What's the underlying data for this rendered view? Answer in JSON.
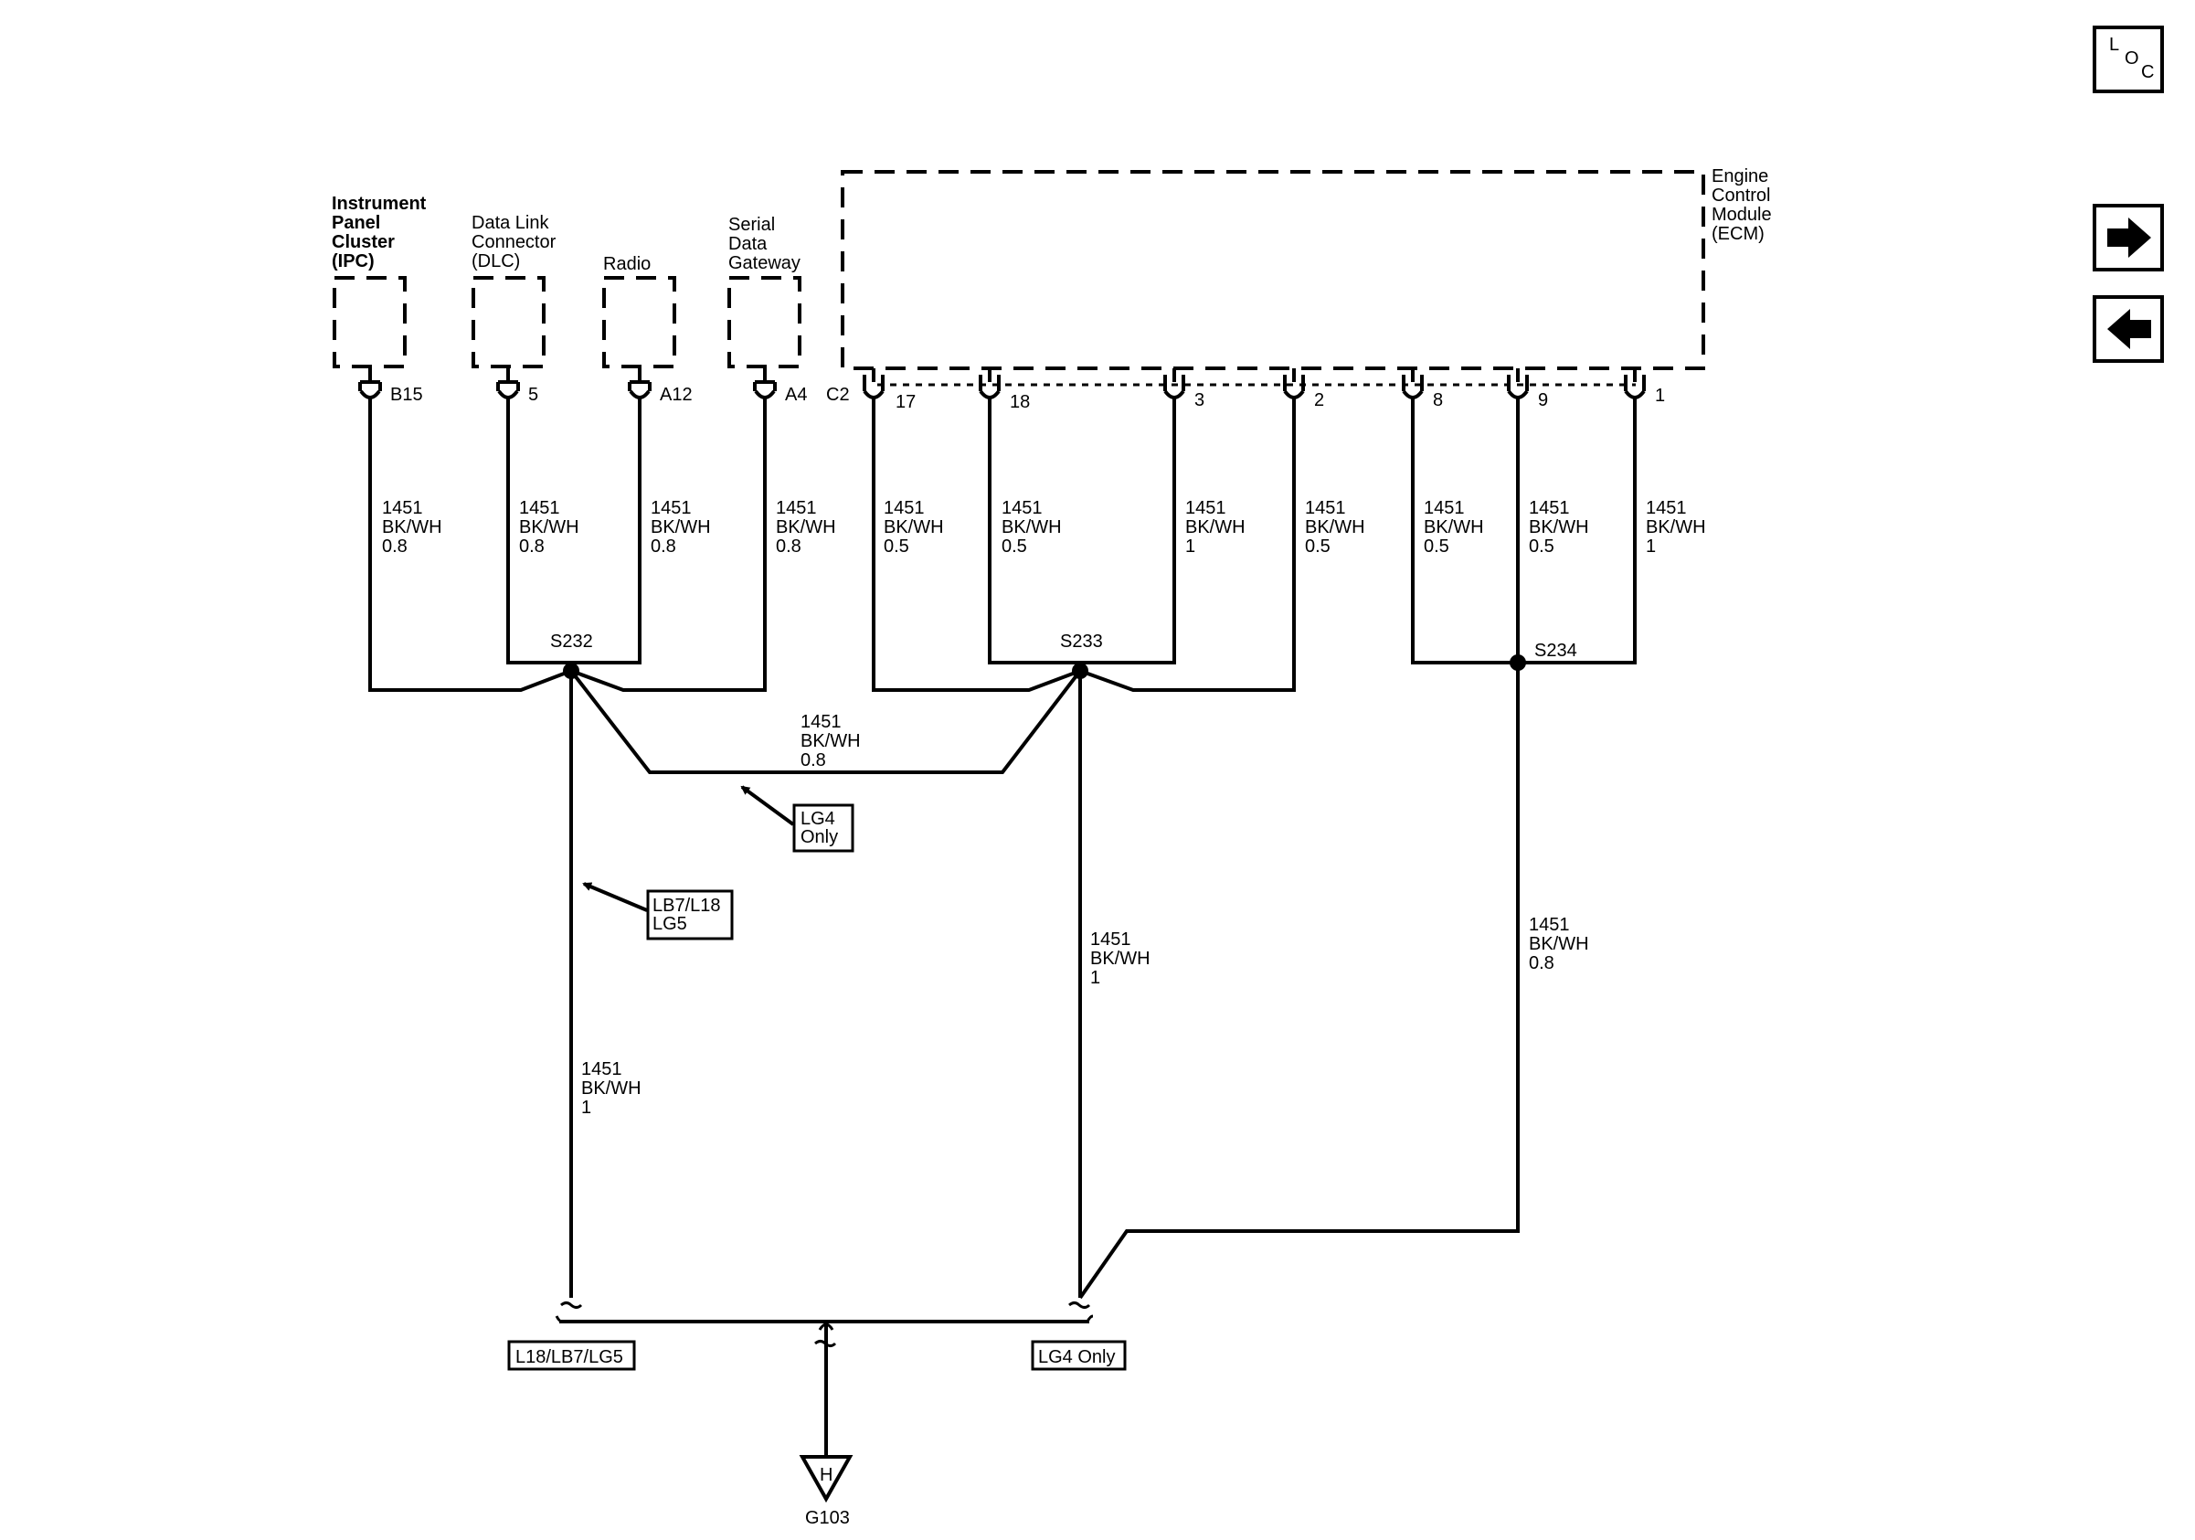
{
  "components": {
    "ipc": [
      "Instrument",
      "Panel",
      "Cluster",
      "(IPC)"
    ],
    "dlc": [
      "Data Link",
      "Connector",
      "(DLC)"
    ],
    "radio": [
      "Radio"
    ],
    "gateway": [
      "Serial",
      "Data",
      "Gateway"
    ],
    "ecm": [
      "Engine",
      "Control",
      "Module",
      "(ECM)"
    ]
  },
  "pins": {
    "ipc": "B15",
    "dlc": "5",
    "radio": "A12",
    "gateway": "A4",
    "ecm_connector": "C2",
    "ecm": [
      "17",
      "18",
      "3",
      "2",
      "8",
      "9",
      "1"
    ]
  },
  "wires": {
    "w_ipc": [
      "1451",
      "BK/WH",
      "0.8"
    ],
    "w_dlc": [
      "1451",
      "BK/WH",
      "0.8"
    ],
    "w_radio": [
      "1451",
      "BK/WH",
      "0.8"
    ],
    "w_gateway": [
      "1451",
      "BK/WH",
      "0.8"
    ],
    "w_ecm17": [
      "1451",
      "BK/WH",
      "0.5"
    ],
    "w_ecm18": [
      "1451",
      "BK/WH",
      "0.5"
    ],
    "w_ecm3": [
      "1451",
      "BK/WH",
      "1"
    ],
    "w_ecm2": [
      "1451",
      "BK/WH",
      "0.5"
    ],
    "w_ecm8": [
      "1451",
      "BK/WH",
      "0.5"
    ],
    "w_ecm9": [
      "1451",
      "BK/WH",
      "0.5"
    ],
    "w_ecm1": [
      "1451",
      "BK/WH",
      "1"
    ],
    "w_link": [
      "1451",
      "BK/WH",
      "0.8"
    ],
    "w_s232_down": [
      "1451",
      "BK/WH",
      "1"
    ],
    "w_s233_down": [
      "1451",
      "BK/WH",
      "1"
    ],
    "w_s234_down": [
      "1451",
      "BK/WH",
      "0.8"
    ]
  },
  "splices": {
    "s232": "S232",
    "s233": "S233",
    "s234": "S234"
  },
  "option_boxes": {
    "lg4_only": [
      "LG4",
      "Only"
    ],
    "lb7_l18_lg5": [
      "LB7/L18",
      "LG5"
    ],
    "l18_lb7_lg5": "L18/LB7/LG5",
    "lg4_only_bottom": "LG4 Only"
  },
  "ground": {
    "letter": "H",
    "name": "G103"
  },
  "nav": {
    "loc_letters": [
      "L",
      "O",
      "C"
    ],
    "forward_icon": "arrow-right-icon",
    "back_icon": "arrow-left-icon"
  }
}
